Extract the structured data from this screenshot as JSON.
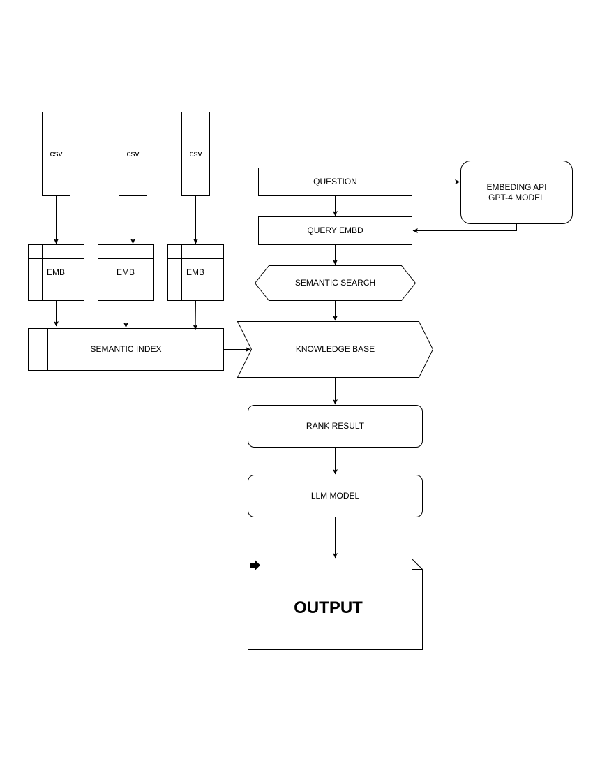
{
  "nodes": {
    "csv_1": "csv",
    "csv_2": "csv",
    "csv_3": "csv",
    "emb_1": "EMB",
    "emb_2": "EMB",
    "emb_3": "EMB",
    "semantic_index": "SEMANTIC INDEX",
    "question": "QUESTION",
    "embedding_api_line1": "EMBEDING API",
    "embedding_api_line2": "GPT-4 MODEL",
    "query_embd": "QUERY EMBD",
    "semantic_search": "SEMANTIC SEARCH",
    "knowledge_base": "KNOWLEDGE BASE",
    "rank_result": "RANK RESULT",
    "llm_model": "LLM MODEL",
    "output": "OUTPUT"
  },
  "icons": {
    "output_marker": "arrow-right-icon"
  }
}
